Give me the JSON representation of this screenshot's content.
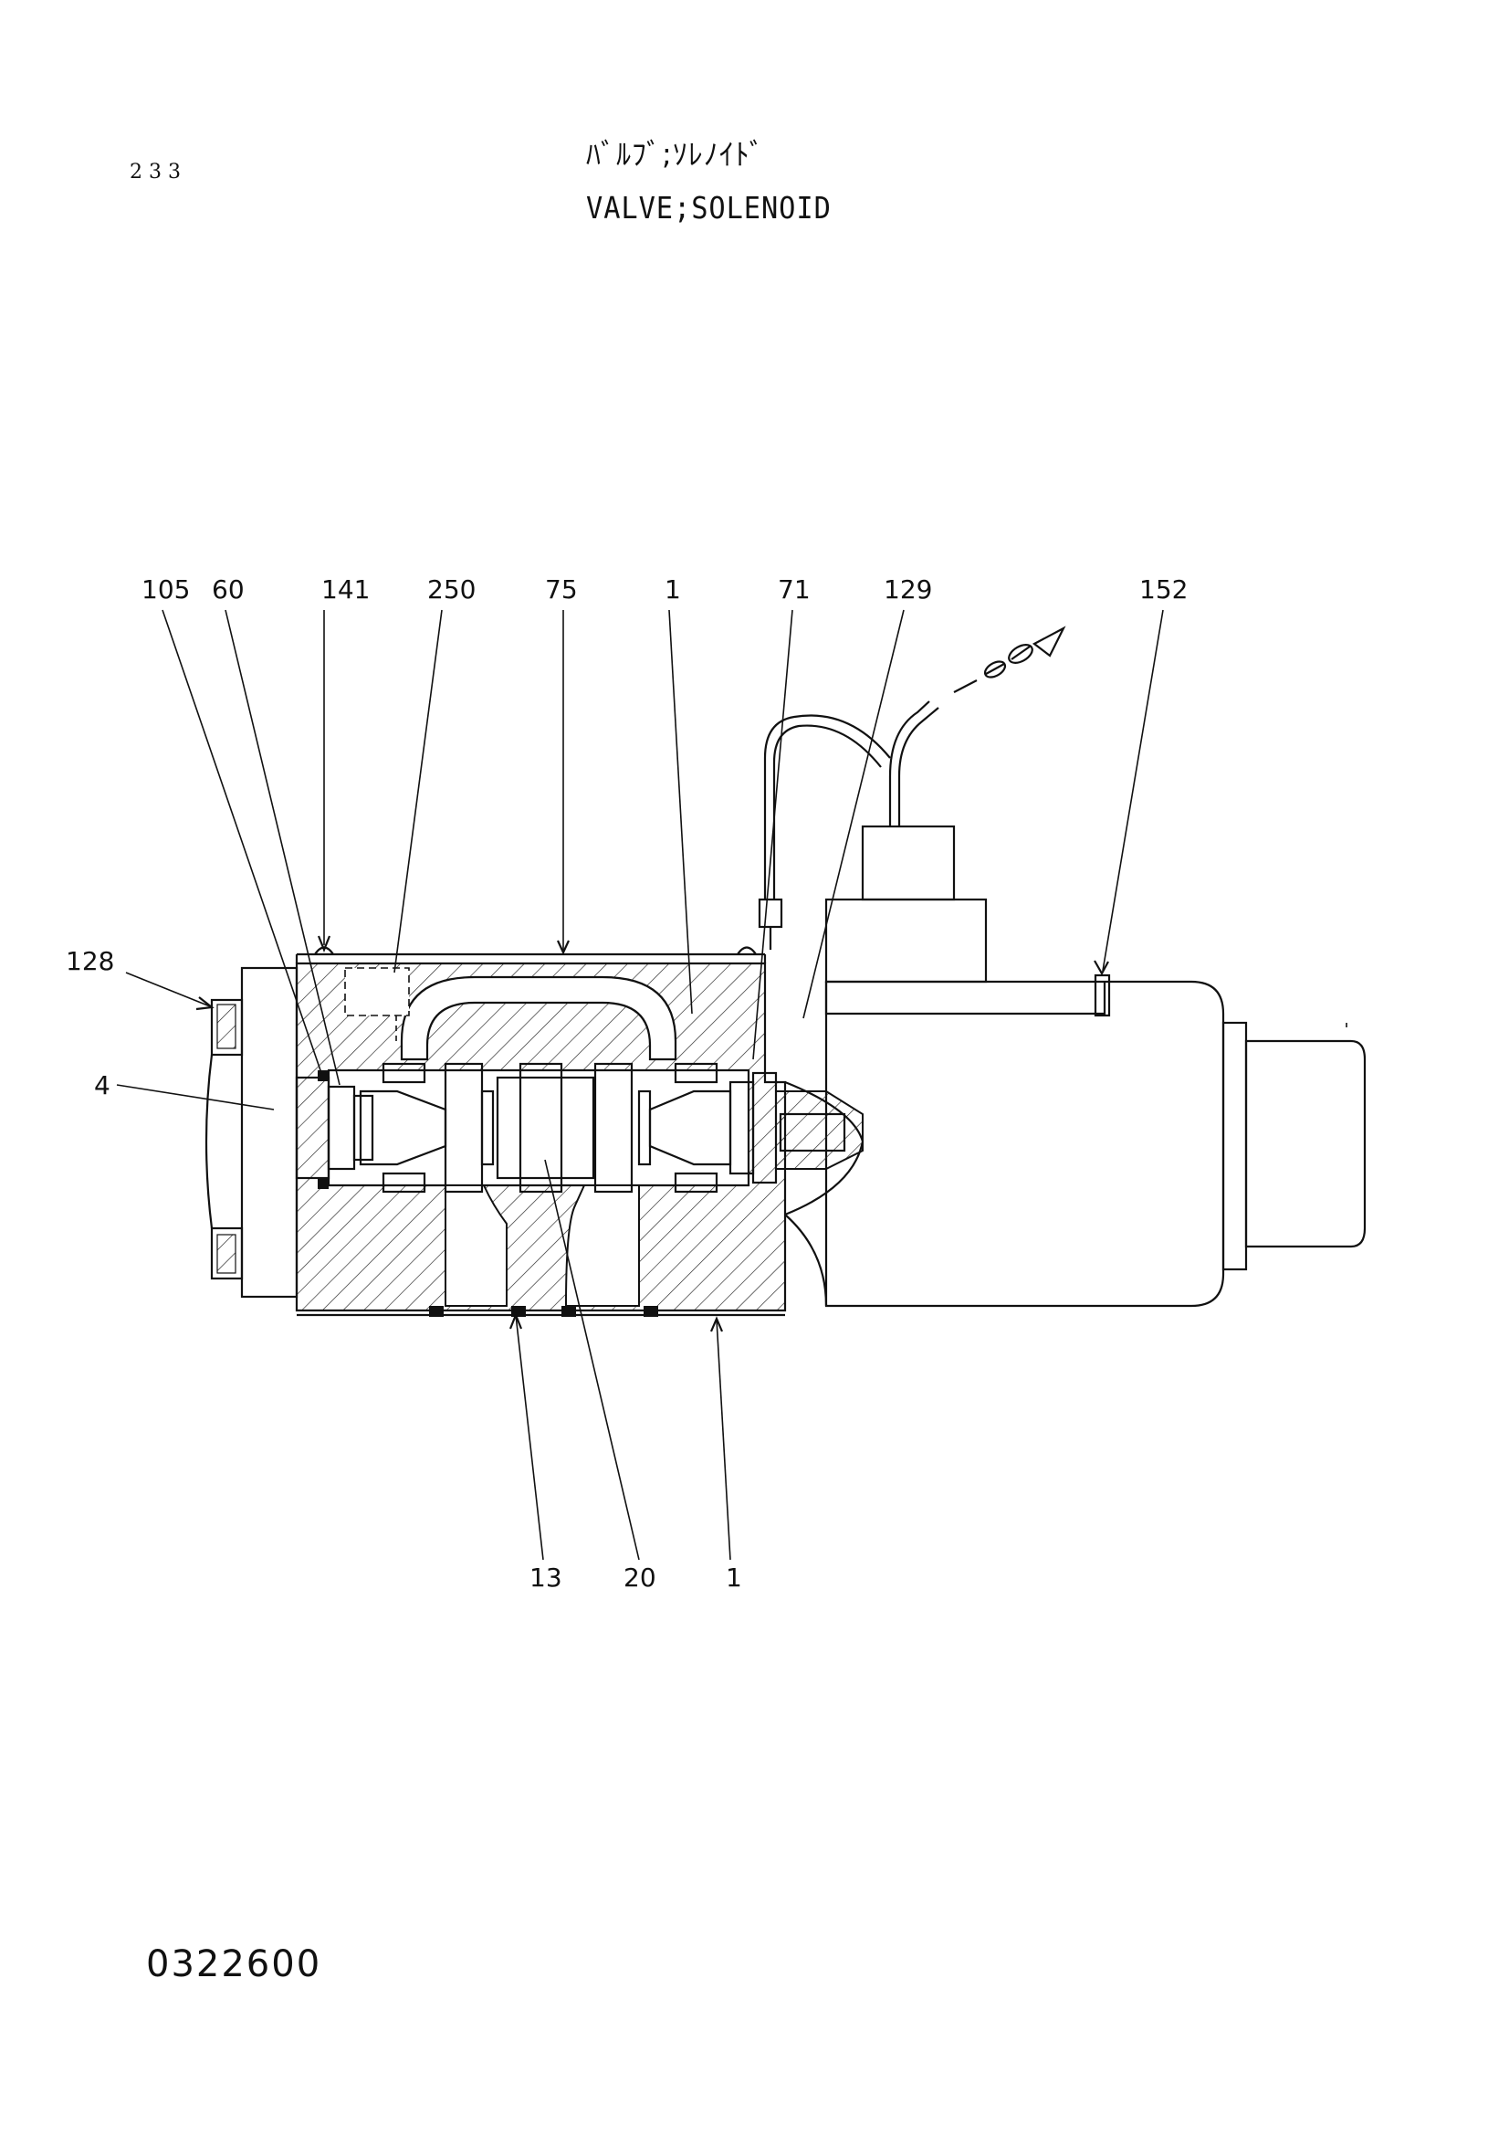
{
  "header": {
    "page_number": "233",
    "title_jp": "ﾊﾞﾙﾌﾞ;ｿﾚﾉｲﾄﾞ",
    "title_en": "VALVE;SOLENOID"
  },
  "callouts": {
    "p105": "105",
    "p60": "60",
    "p141": "141",
    "p250": "250",
    "p75": "75",
    "p1_top": "1",
    "p71": "71",
    "p129": "129",
    "p152": "152",
    "p128": "128",
    "p4": "4",
    "p13": "13",
    "p20": "20",
    "p1_bottom": "1"
  },
  "footer": {
    "drawing_number": "0322600"
  }
}
